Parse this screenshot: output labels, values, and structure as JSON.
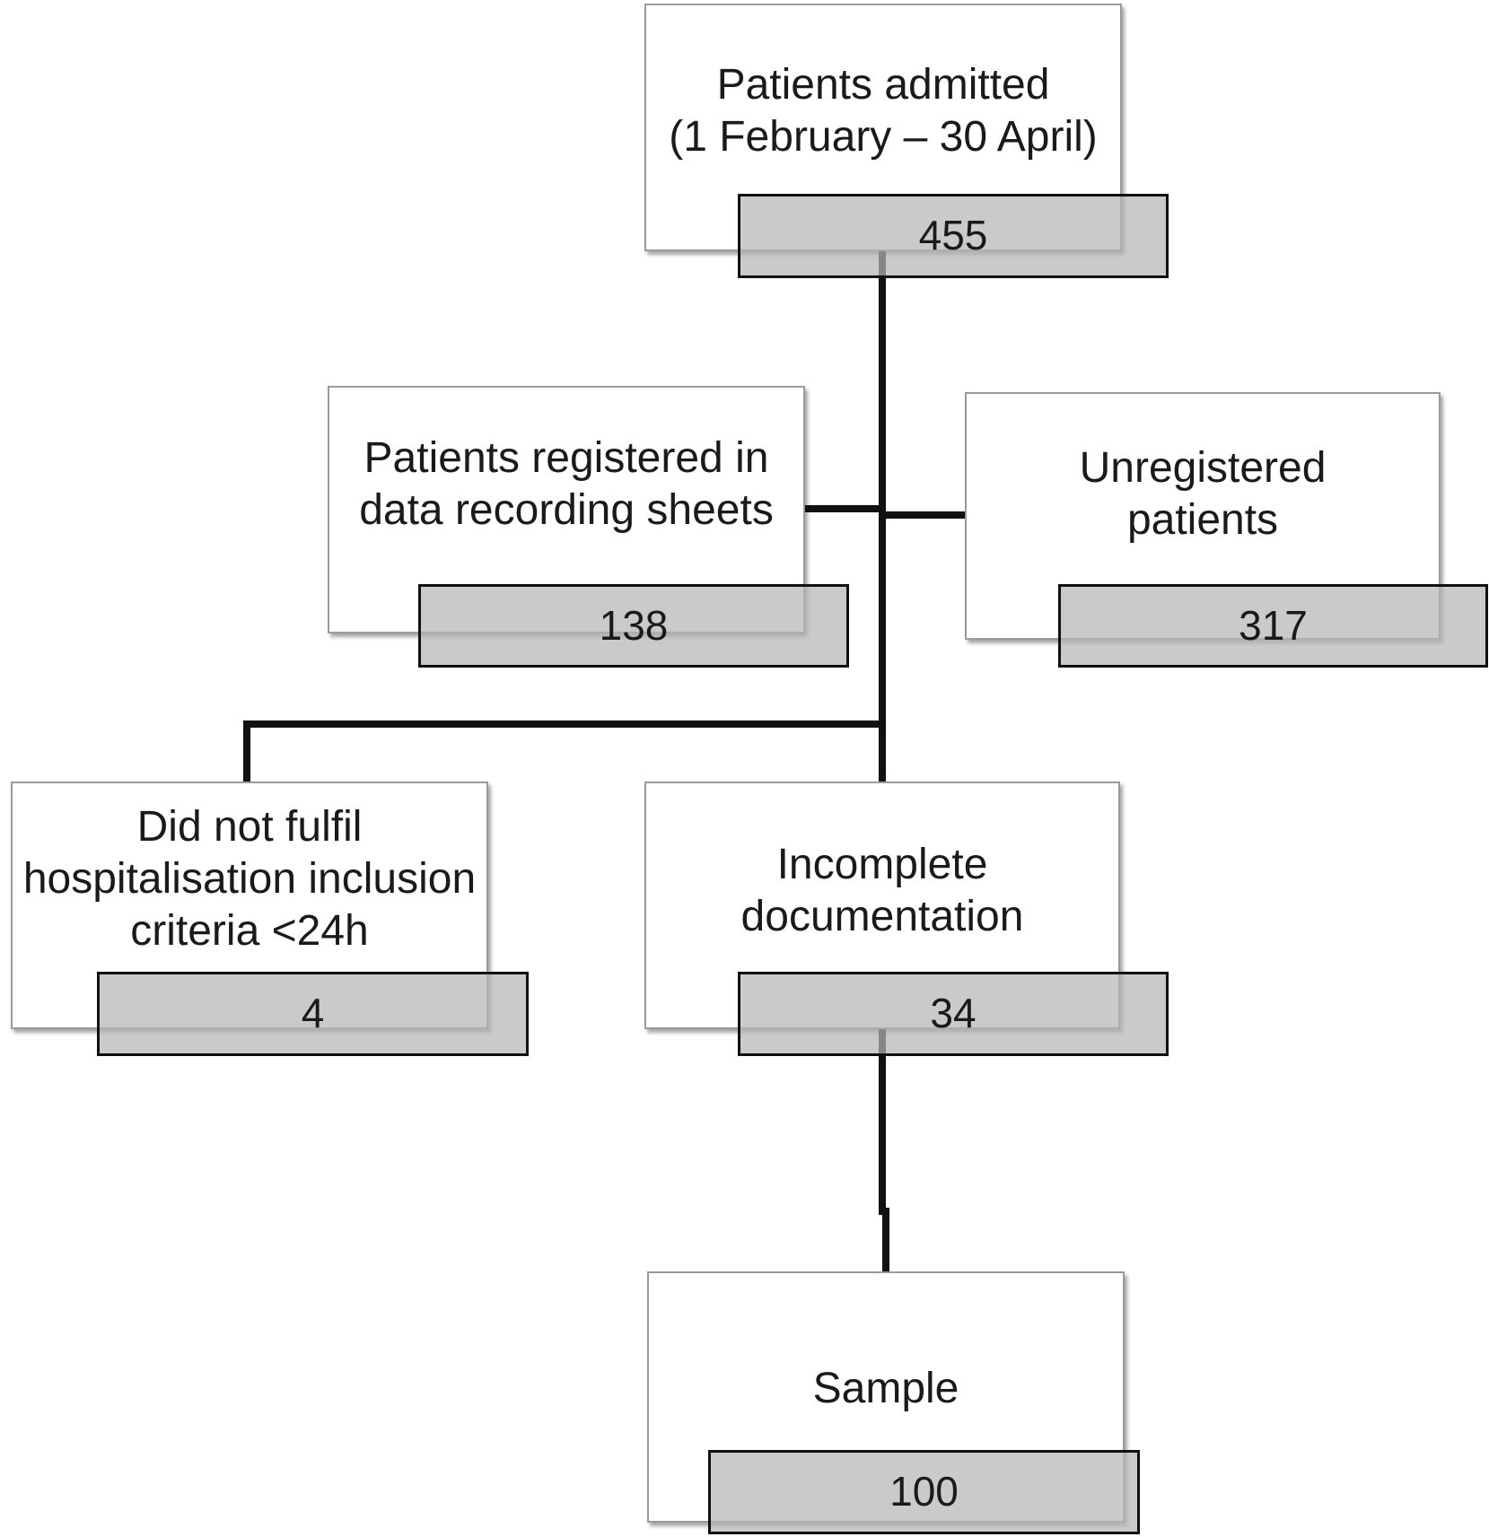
{
  "nodes": {
    "admitted": {
      "label": "Patients admitted\n(1 February – 30 April)",
      "count": "455"
    },
    "registered": {
      "label": "Patients registered in\ndata recording sheets",
      "count": "138"
    },
    "unregistered": {
      "label": "Unregistered\npatients",
      "count": "317"
    },
    "not_fulfil": {
      "label": "Did not fulfil\nhospitalisation inclusion\ncriteria <24h",
      "count": "4"
    },
    "incomplete": {
      "label": "Incomplete\ndocumentation",
      "count": "34"
    },
    "sample": {
      "label": "Sample",
      "count": "100"
    }
  },
  "colors": {
    "box_border": "#9a9a9a",
    "count_fill": "#b4b6b7",
    "connector": "#111111"
  }
}
